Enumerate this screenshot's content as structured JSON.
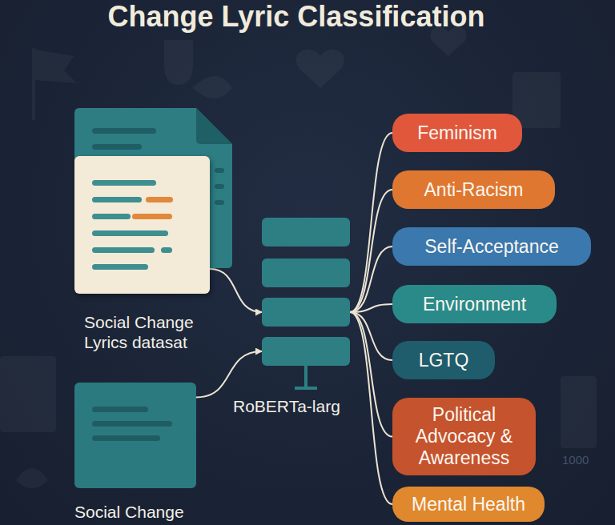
{
  "diagram": {
    "title": "Change Lyric Classification",
    "nodes": [
      {
        "text": [
          "Social Change Lyrics datasat"
        ]
      },
      {
        "text": [
          "Social Change"
        ]
      },
      {
        "text": [
          "RoBERTa-larg"
        ]
      },
      {
        "text": [
          "Feminism"
        ]
      },
      {
        "text": [
          "Anti-Racism"
        ]
      },
      {
        "text": [
          "Self-Acceptance"
        ]
      },
      {
        "text": [
          "Environment"
        ]
      },
      {
        "text": [
          "LGTQ"
        ]
      },
      {
        "text": [
          "Political Advocacy & Awareness"
        ]
      },
      {
        "text": [
          "Mental Health"
        ]
      }
    ],
    "edges": [
      {
        "from": 0,
        "to": 2,
        "arrow": "to"
      },
      {
        "from": 1,
        "to": 2,
        "arrow": "to"
      },
      {
        "from": 2,
        "to": 3,
        "arrow": "none"
      },
      {
        "from": 2,
        "to": 4,
        "arrow": "none"
      },
      {
        "from": 2,
        "to": 5,
        "arrow": "none"
      },
      {
        "from": 2,
        "to": 6,
        "arrow": "none"
      },
      {
        "from": 2,
        "to": 7,
        "arrow": "none"
      },
      {
        "from": 2,
        "to": 8,
        "arrow": "none"
      },
      {
        "from": 2,
        "to": 9,
        "arrow": "none"
      }
    ],
    "labels": [
      "1000"
    ]
  }
}
